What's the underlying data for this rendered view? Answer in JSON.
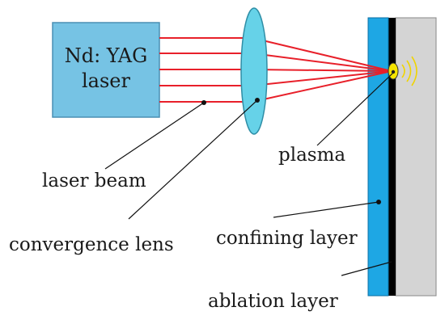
{
  "laser_box": {
    "line1": "Nd: YAG",
    "line2": "laser"
  },
  "labels": {
    "laser_beam": "laser beam",
    "convergence_lens": "convergence lens",
    "plasma": "plasma",
    "confining_layer": "confining layer",
    "ablation_layer": "ablation layer"
  },
  "colors": {
    "laser_box_fill": "#76c3e4",
    "lens_fill": "#66d2e8",
    "beam": "#e8202a",
    "confining_layer_fill": "#1ea7e4",
    "ablation_band": "#000000",
    "target_plate": "#d4d4d4",
    "plasma_fill": "#f5e400",
    "leader_lines": "#111111"
  },
  "icons": {
    "wave_emission": "sound-wave-arcs-icon"
  }
}
